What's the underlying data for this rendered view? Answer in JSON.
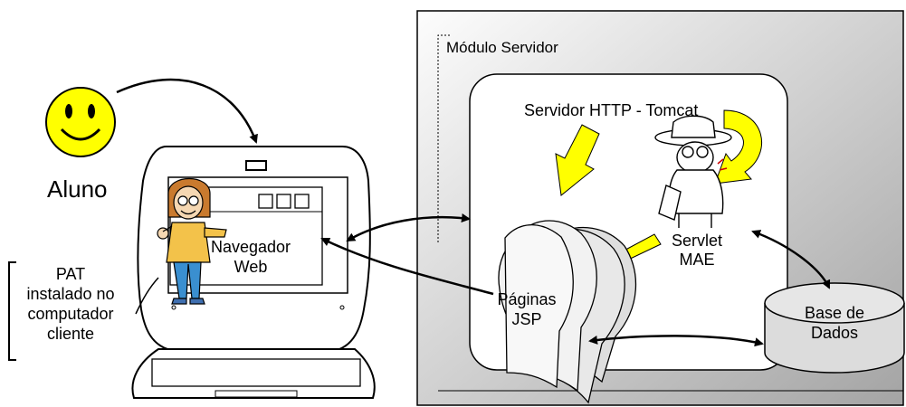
{
  "server_module": {
    "title": "Módulo Servidor"
  },
  "http_server": {
    "label": "Servidor HTTP - Tomcat"
  },
  "servlet": {
    "line1": "Servlet",
    "line2": "MAE"
  },
  "jsp": {
    "line1": "Páginas",
    "line2": "JSP"
  },
  "database": {
    "line1": "Base de",
    "line2": "Dados"
  },
  "student": {
    "label": "Aluno"
  },
  "browser": {
    "line1": "Navegador",
    "line2": "Web"
  },
  "pat_note": {
    "line1": "PAT",
    "line2": "instalado no",
    "line3": "computador",
    "line4": "cliente"
  },
  "colors": {
    "server_gradient_start": "#fdfdfd",
    "server_gradient_end": "#a6a6a6",
    "smiley_fill": "#ffff00",
    "arrow_fill": "#ffff00"
  }
}
